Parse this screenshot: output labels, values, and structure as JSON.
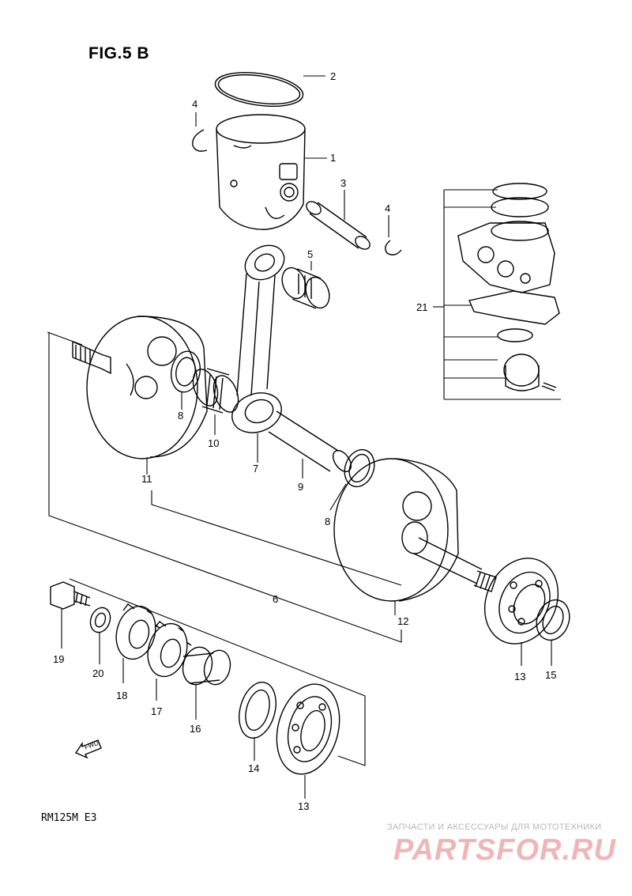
{
  "figure": {
    "title": "FIG.5 B",
    "model_code": "RM125M E3",
    "fwd_label": "FWD"
  },
  "callouts": {
    "c1": "1",
    "c2": "2",
    "c3": "3",
    "c4a": "4",
    "c4b": "4",
    "c5": "5",
    "c6": "6",
    "c7": "7",
    "c8a": "8",
    "c8b": "8",
    "c9": "9",
    "c10": "10",
    "c11": "11",
    "c12": "12",
    "c13a": "13",
    "c13b": "13",
    "c14": "14",
    "c15": "15",
    "c16": "16",
    "c17": "17",
    "c18": "18",
    "c19": "19",
    "c20": "20",
    "c21": "21"
  },
  "watermark": {
    "subtitle": "ЗАПЧАСТИ И АКСЕССУАРЫ ДЛЯ МОТОТЕХНИКИ",
    "brand": "PARTSFOR.RU"
  },
  "colors": {
    "ink": "#000000",
    "watermark": "#f0b6b6"
  }
}
